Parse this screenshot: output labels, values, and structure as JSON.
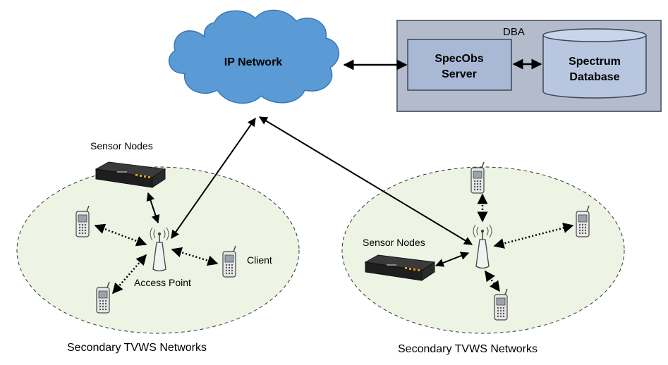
{
  "cloud": {
    "label": "IP Network"
  },
  "dba": {
    "label": "DBA",
    "server": {
      "line1": "SpecObs",
      "line2": "Server"
    },
    "database": {
      "line1": "Spectrum",
      "line2": "Database"
    }
  },
  "left_network": {
    "sensor_label": "Sensor Nodes",
    "access_point_label": "Access Point",
    "client_label": "Client",
    "caption": "Secondary TVWS Networks"
  },
  "right_network": {
    "sensor_label": "Sensor Nodes",
    "caption": "Secondary TVWS Networks"
  },
  "colors": {
    "cloud_fill": "#5b9bd5",
    "cloud_stroke": "#3a78b5",
    "dba_fill": "#b4bccb",
    "dba_stroke": "#5f6b7d",
    "server_fill": "#a9b8d4",
    "db_fill": "#b8c6e0",
    "ellipse_fill": "#eef4e4"
  }
}
